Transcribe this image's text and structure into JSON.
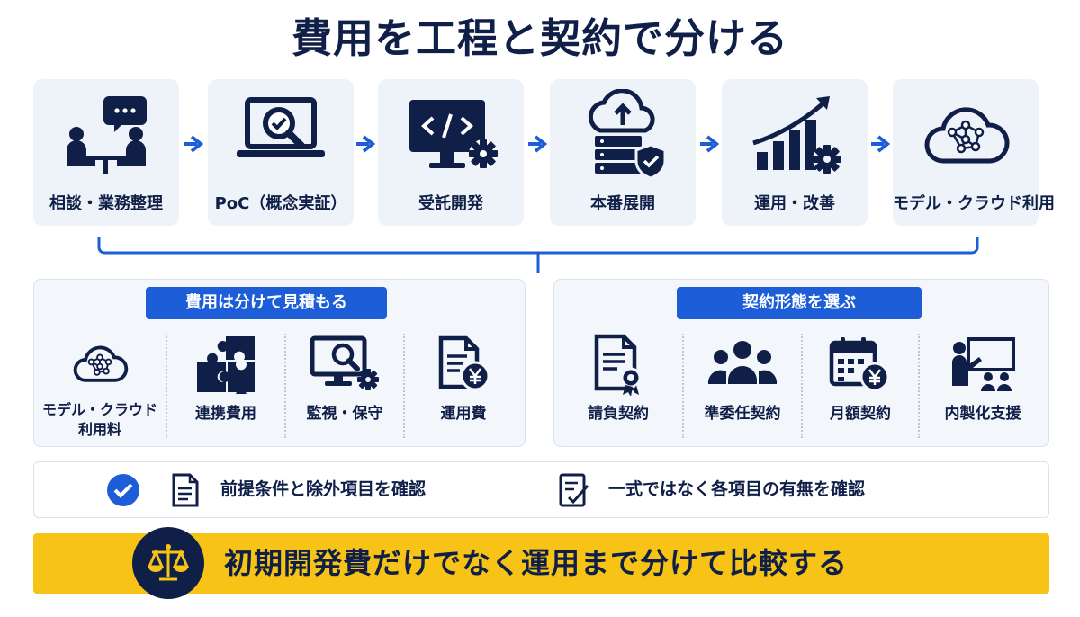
{
  "title": "費用を工程と契約で分ける",
  "steps": [
    {
      "label": "相談・業務整理",
      "icon": "consultation-icon"
    },
    {
      "label": "PoC（概念実証）",
      "icon": "laptop-search-icon"
    },
    {
      "label": "受託開発",
      "icon": "code-monitor-gear-icon"
    },
    {
      "label": "本番展開",
      "icon": "cloud-server-shield-icon"
    },
    {
      "label": "運用・改善",
      "icon": "growth-chart-gear-icon"
    },
    {
      "label": "モデル・クラウド利用",
      "icon": "cloud-network-icon"
    }
  ],
  "cost_panel": {
    "heading": "費用は分けて見積もる",
    "items": [
      {
        "label_line1": "モデル・クラウド",
        "label_line2": "利用料",
        "icon": "cloud-network-icon"
      },
      {
        "label_line1": "連携費用",
        "icon": "puzzle-icon"
      },
      {
        "label_line1": "監視・保守",
        "icon": "monitor-search-gear-icon"
      },
      {
        "label_line1": "運用費",
        "icon": "document-yen-icon"
      }
    ]
  },
  "contract_panel": {
    "heading": "契約形態を選ぶ",
    "items": [
      {
        "label": "請負契約",
        "icon": "certificate-document-icon"
      },
      {
        "label": "準委任契約",
        "icon": "team-icon"
      },
      {
        "label": "月額契約",
        "icon": "calendar-yen-icon"
      },
      {
        "label": "内製化支援",
        "icon": "training-board-icon"
      }
    ]
  },
  "checks": [
    {
      "text": "前提条件と除外項目を確認",
      "icon": "document-list-icon"
    },
    {
      "text": "一式ではなく各項目の有無を確認",
      "icon": "checklist-icon"
    }
  ],
  "banner": {
    "text": "初期開発費だけでなく運用まで分けて比較する",
    "icon": "scales-icon"
  },
  "colors": {
    "navy": "#0f1f47",
    "blue": "#1d5ed8",
    "yellow": "#f7c316",
    "card": "#eef3fa"
  }
}
